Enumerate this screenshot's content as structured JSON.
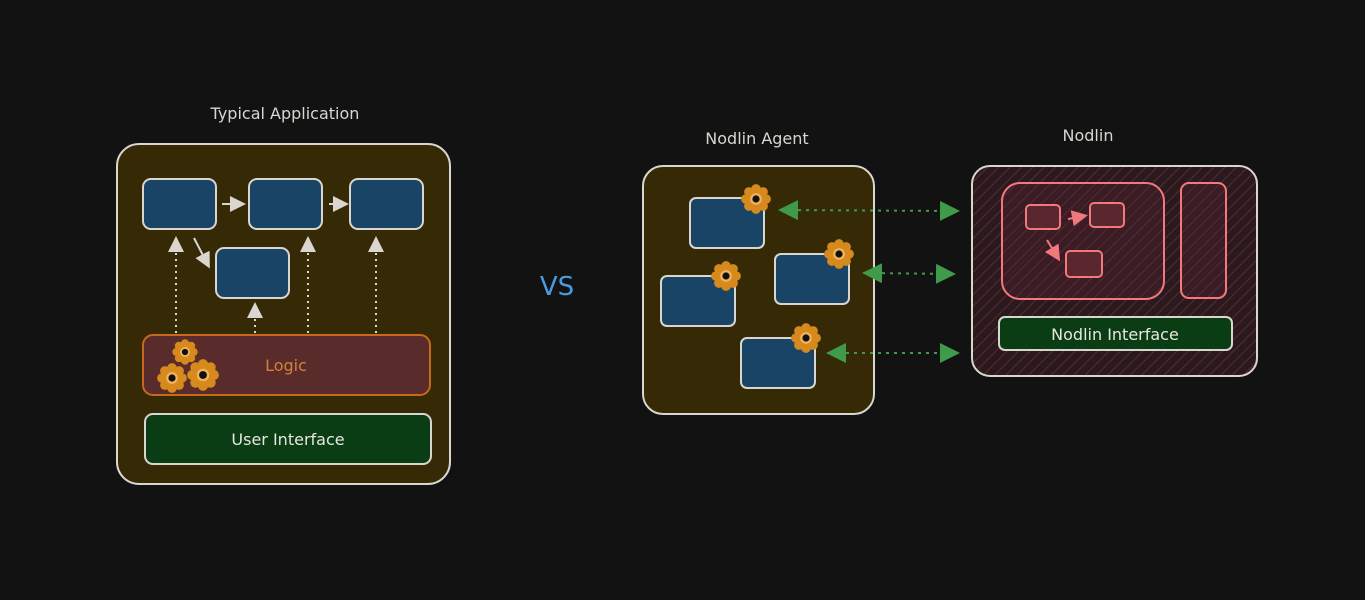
{
  "colors": {
    "background": "#121212",
    "outline": "#d9d6cf",
    "container_fill": "#362a06",
    "node_fill": "#1a4466",
    "logic_fill": "#5a2b2b",
    "logic_stroke": "#c56a17",
    "logic_text": "#d0823a",
    "gear": "#d68a1e",
    "ui_fill": "#0b3d14",
    "vs": "#4a9be0",
    "link": "#3f9a4a",
    "nodlin_hatch": "#5a2a32",
    "nodlin_pink": "#f2787e",
    "nodlin_pink_fill": "#5a2630"
  },
  "left": {
    "title": "Typical Application",
    "logic_label": "Logic",
    "ui_label": "User Interface"
  },
  "vs_label": "VS",
  "agent": {
    "title": "Nodlin Agent"
  },
  "nodlin": {
    "title": "Nodlin",
    "interface_label": "Nodlin Interface"
  }
}
